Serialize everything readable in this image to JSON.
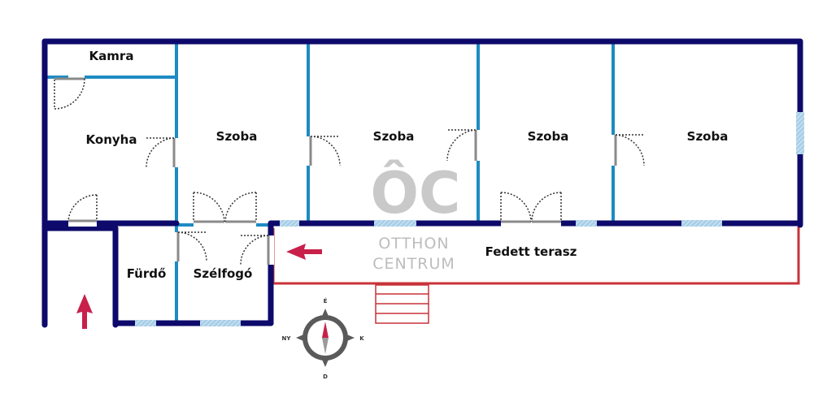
{
  "colors": {
    "outer_wall": "#0d0a6b",
    "inner_wall": "#1e8bc3",
    "terrace": "#c8323a",
    "arrow": "#c8204a",
    "window": "#a8cfe8",
    "door_line": "#333333"
  },
  "rooms": {
    "kamra": "Kamra",
    "konyha": "Konyha",
    "szoba_1": "Szoba",
    "szoba_2": "Szoba",
    "szoba_3": "Szoba",
    "szoba_4": "Szoba",
    "furdo": "Fürdő",
    "szelfogo": "Szélfogó",
    "terasz": "Fedett terasz"
  },
  "watermark": {
    "logo_letters": "ÔC",
    "line1": "OTTHON",
    "line2": "CENTRUM"
  },
  "compass": {
    "north": "É",
    "south": "D",
    "east": "K",
    "west": "NY"
  },
  "icons": {
    "entry_arrow": "arrow-up-icon",
    "terrace_arrow": "arrow-left-icon"
  }
}
